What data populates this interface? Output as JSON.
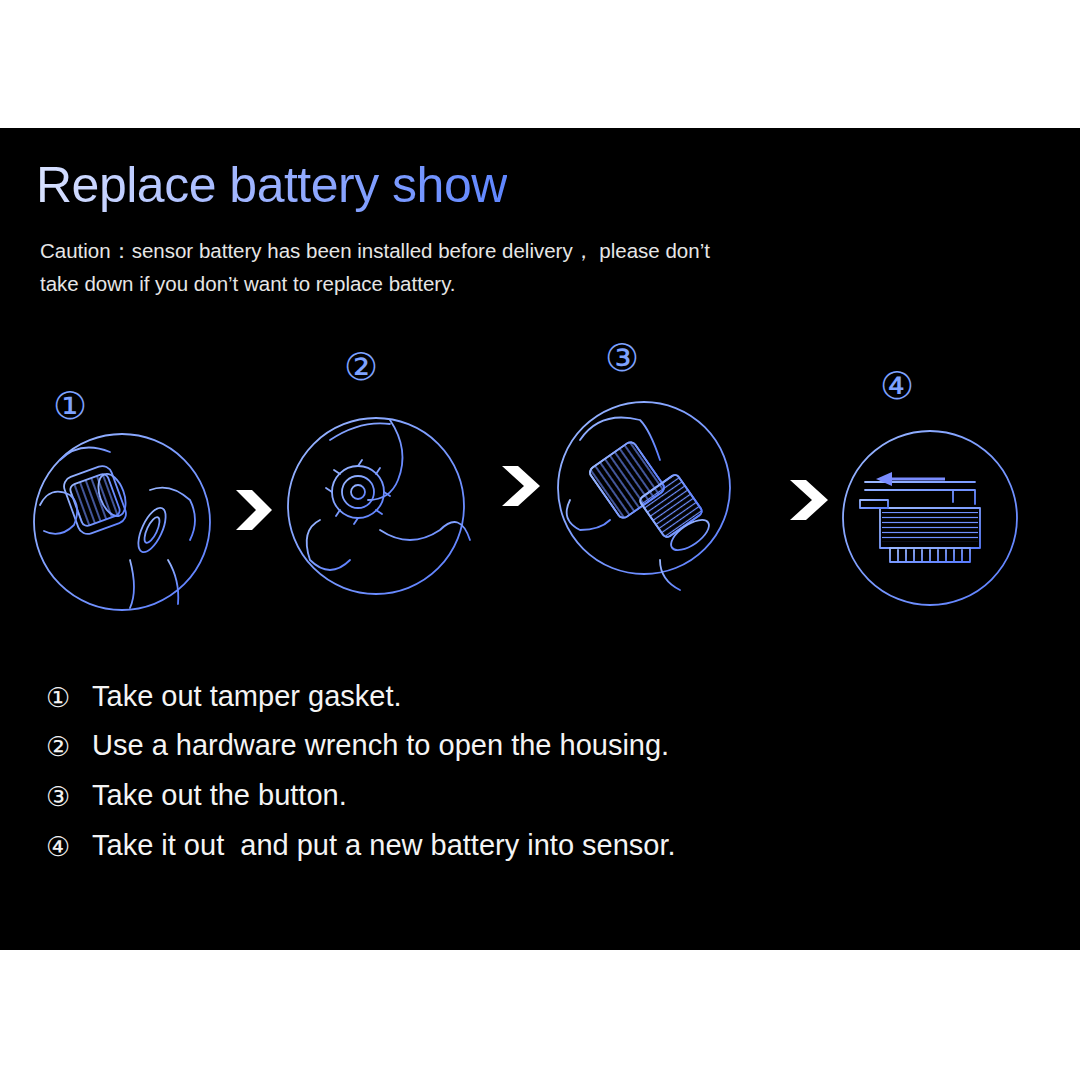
{
  "diagram": {
    "title": "Replace battery show",
    "labels": [
      "Caution：sensor battery has been installed before delivery， please don’t take down if you don’t want to replace battery.",
      "①",
      "②",
      "③",
      "④",
      "①",
      "Take out tamper gasket.",
      "②",
      "Use a hardware wrench to open the housing.",
      "③",
      "Take out the button.",
      "④",
      "Take it out  and put a new battery into sensor."
    ]
  }
}
